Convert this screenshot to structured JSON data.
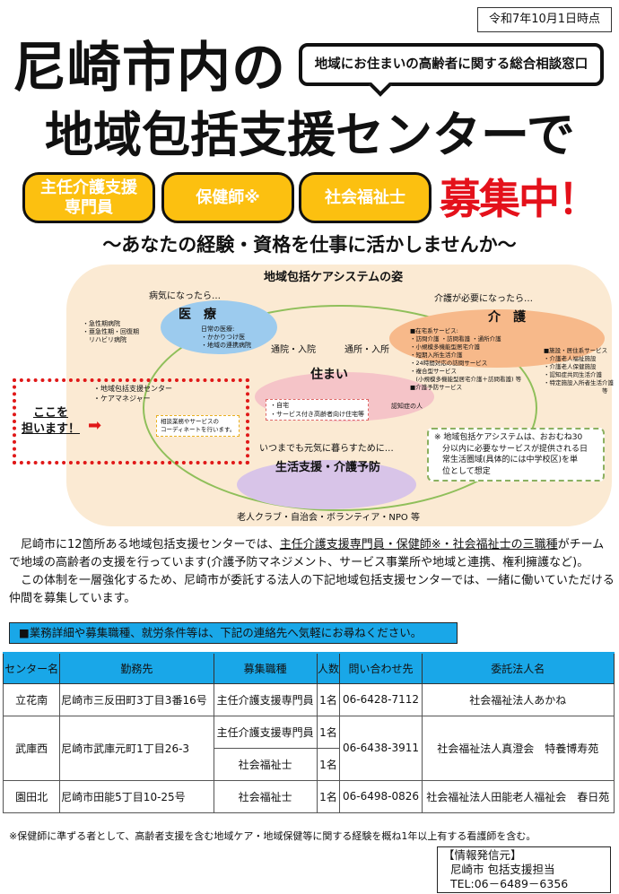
{
  "date_label": "令和7年10月1日時点",
  "title_line1": "尼崎市内の",
  "title_line2": "地域包括支援センターで",
  "bubble": "地域にお住まいの高齢者に関する総合相談窓口",
  "positions": [
    "主任介護支援\n専門員",
    "保健師※",
    "社会福祉士"
  ],
  "recruiting": "募集中！",
  "subtitle": "～あなたの経験・資格を仕事に活かしませんか～",
  "diagram": {
    "title": "地域包括ケアシステムの姿",
    "medical_lead": "病気になったら…",
    "medical": "医　療",
    "medical_hospitals": "・急性期病院\n・亜急性期・回復期\n　リハビリ病院",
    "medical_daily": "日常の医療:\n・かかりつけ医\n・地域の連携病院",
    "care_lead": "介護が必要になったら…",
    "care": "介　護",
    "home_services": "■在宅系サービス:\n・訪問介護 ・訪問看護 ・通所介護\n・小規模多機能型居宅介護\n・短期入所生活介護\n・24時間対応の訪問サービス\n・複合型サービス\n　(小規模多機能型居宅介護＋訪問看護) 等\n■介護予防サービス",
    "facility_services": "■施設・居住系サービス\n・介護老人福祉施設\n・介護老人保健施設\n・認知症共同生活介護\n・特定施設入所者生活介護\n　　　　　　　　　　等",
    "arrow_left": "通院・入院",
    "arrow_right": "通所・入所",
    "home": "住まい",
    "home_items": "・自宅\n・サービス付き高齢者向け住宅等",
    "dementia": "認知症の人",
    "center": "・地域包括支援センター\n・ケアマネジャー",
    "center_note": "相談業務やサービスの\nコーディネートを行います。",
    "here": "ここを\n担います！",
    "life_lead": "いつまでも元気に暮らすために…",
    "life": "生活支援・介護予防",
    "community": "老人クラブ・自治会・ボランティア・NPO 等",
    "footnote": "※ 地域包括ケアシステムは、おおむね30\n　分以内に必要なサービスが提供される日\n　常生活圏域(具体的には中学校区)を単\n　位として想定"
  },
  "para1_a": "尼崎市に12箇所ある地域包括支援センターでは、",
  "para1_u": "主任介護支援専門員・保健師※・社会福祉士の三職種",
  "para1_b": "がチームで地域の高齢者の支援を行っています(介護予防マネジメント、サービス事業所や地域と連携、権利擁護など)。",
  "para2": "この体制を一層強化するため、尼崎市が委託する法人の下記地域包括支援センターでは、一緒に働いていただける仲間を募集しています。",
  "banner": "■業務詳細や募集職種、就労条件等は、下記の連絡先へ気軽にお尋ねください。",
  "table": {
    "headers": [
      "センター名",
      "勤務先",
      "募集職種",
      "人数",
      "問い合わせ先",
      "委託法人名"
    ],
    "rows": [
      {
        "center": "立花南",
        "address": "尼崎市三反田町3丁目3番16号",
        "jobs": [
          {
            "job": "主任介護支援専門員",
            "count": "1名"
          }
        ],
        "phone": "06-6428-7112",
        "corp": "社会福祉法人あかね"
      },
      {
        "center": "武庫西",
        "address": "尼崎市武庫元町1丁目26-3",
        "jobs": [
          {
            "job": "主任介護支援専門員",
            "count": "1名"
          },
          {
            "job": "社会福祉士",
            "count": "1名"
          }
        ],
        "phone": "06-6438-3911",
        "corp": "社会福祉法人真澄会　特養博寿苑"
      },
      {
        "center": "園田北",
        "address": "尼崎市田能5丁目10-25号",
        "jobs": [
          {
            "job": "社会福祉士",
            "count": "1名"
          }
        ],
        "phone": "06-6498-0826",
        "corp": "社会福祉法人田能老人福祉会　春日苑"
      }
    ]
  },
  "note": "※保健師に準ずる者として、高齢者支援を含む地域ケア・地域保健等に関する経験を概ね1年以上有する看護師を含む。",
  "info": {
    "title": "【情報発信元】",
    "dept": "尼崎市 包括支援担当",
    "tel": "TEL:06－6489－6356"
  },
  "colors": {
    "accent_blue": "#19a7e8",
    "pill_yellow": "#fcc010",
    "red": "#e4111b"
  }
}
